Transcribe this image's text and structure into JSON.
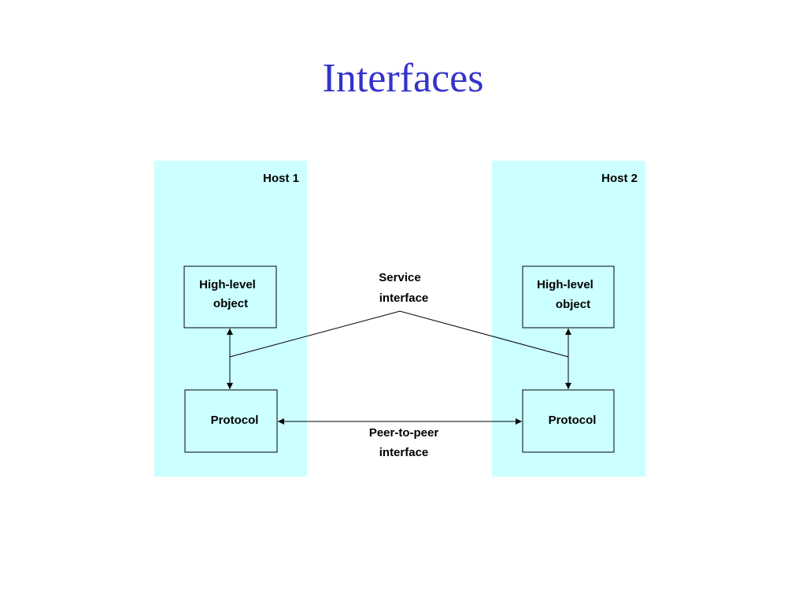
{
  "title": "Interfaces",
  "colors": {
    "title": "#3333cc",
    "host_background": "#ccffff",
    "stroke": "#000000"
  },
  "hosts": [
    {
      "label": "Host 1",
      "high_level": {
        "line1": "High-level",
        "line2": "object"
      },
      "protocol": "Protocol"
    },
    {
      "label": "Host 2",
      "high_level": {
        "line1": "High-level",
        "line2": "object"
      },
      "protocol": "Protocol"
    }
  ],
  "service_interface": {
    "line1": "Service",
    "line2": "interface"
  },
  "peer_interface": {
    "line1": "Peer-to-peer",
    "line2": "interface"
  }
}
